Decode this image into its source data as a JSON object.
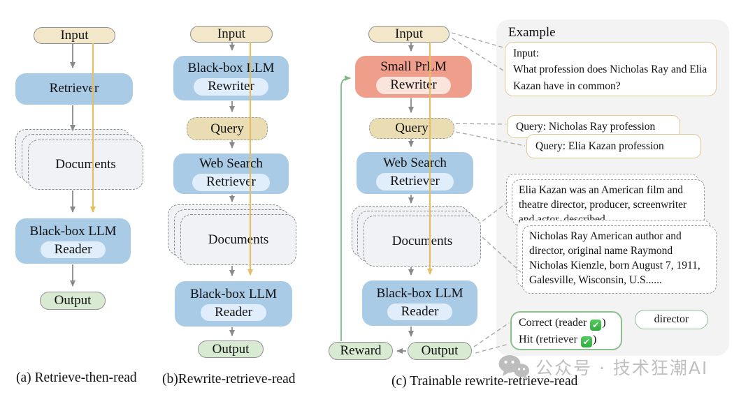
{
  "figure": {
    "captions": {
      "a": "(a) Retrieve-then-read",
      "b": "(b)Rewrite-retrieve-read",
      "c": "(c) Trainable rewrite-retrieve-read"
    }
  },
  "pipeline_a": {
    "input": "Input",
    "retriever": "Retriever",
    "documents": "Documents",
    "reader_line1": "Black-box LLM",
    "reader_line2": "Reader",
    "output": "Output"
  },
  "pipeline_b": {
    "input": "Input",
    "rewriter_line1": "Black-box LLM",
    "rewriter_line2": "Rewriter",
    "query": "Query",
    "retriever_line1": "Web Search",
    "retriever_line2": "Retriever",
    "documents": "Documents",
    "reader_line1": "Black-box LLM",
    "reader_line2": "Reader",
    "output": "Output"
  },
  "pipeline_c": {
    "input": "Input",
    "rewriter_line1": "Small PrLM",
    "rewriter_line2": "Rewriter",
    "query": "Query",
    "retriever_line1": "Web Search",
    "retriever_line2": "Retriever",
    "documents": "Documents",
    "reader_line1": "Black-box LLM",
    "reader_line2": "Reader",
    "output": "Output",
    "reward": "Reward"
  },
  "example": {
    "title": "Example",
    "input_label": "Input:",
    "input_question": "What profession does Nicholas Ray and Elia Kazan have in common?",
    "query1": "Query: Nicholas Ray profession",
    "query2": "Query: Elia Kazan profession",
    "doc1": "Elia Kazan was an American film and theatre director, producer, screenwriter and actor, described  ......",
    "doc2": "Nicholas Ray American author and director, original name Raymond Nicholas Kienzle, born August 7, 1911, Galesville, Wisconsin, U.S......",
    "correct_prefix": "Correct (reader",
    "hit_prefix": "Hit (retriever",
    "close_paren": ")",
    "check_icon": "✔",
    "answer": "director"
  },
  "watermark": {
    "text": "公众号 · 技术狂潮AI"
  },
  "colors": {
    "node_tan": "#F2E8C9",
    "node_blue": "#A9CBE6",
    "node_blue_inner": "#E0EDFA",
    "node_red": "#EF9E8C",
    "node_red_inner": "#FBE4DC",
    "node_green": "#D8EAD2",
    "query_tan": "#EBDDB3",
    "doc_fill": "#F1F2F5",
    "arrow_gray": "#8a8a8a",
    "line_tan": "#E5BE63",
    "line_green": "#7FBA85",
    "example_border_tan": "#E2C893",
    "example_border_green": "#8FBF8F",
    "check_green": "#3DBB4B",
    "watermark_gray": "#bfbfbf"
  }
}
